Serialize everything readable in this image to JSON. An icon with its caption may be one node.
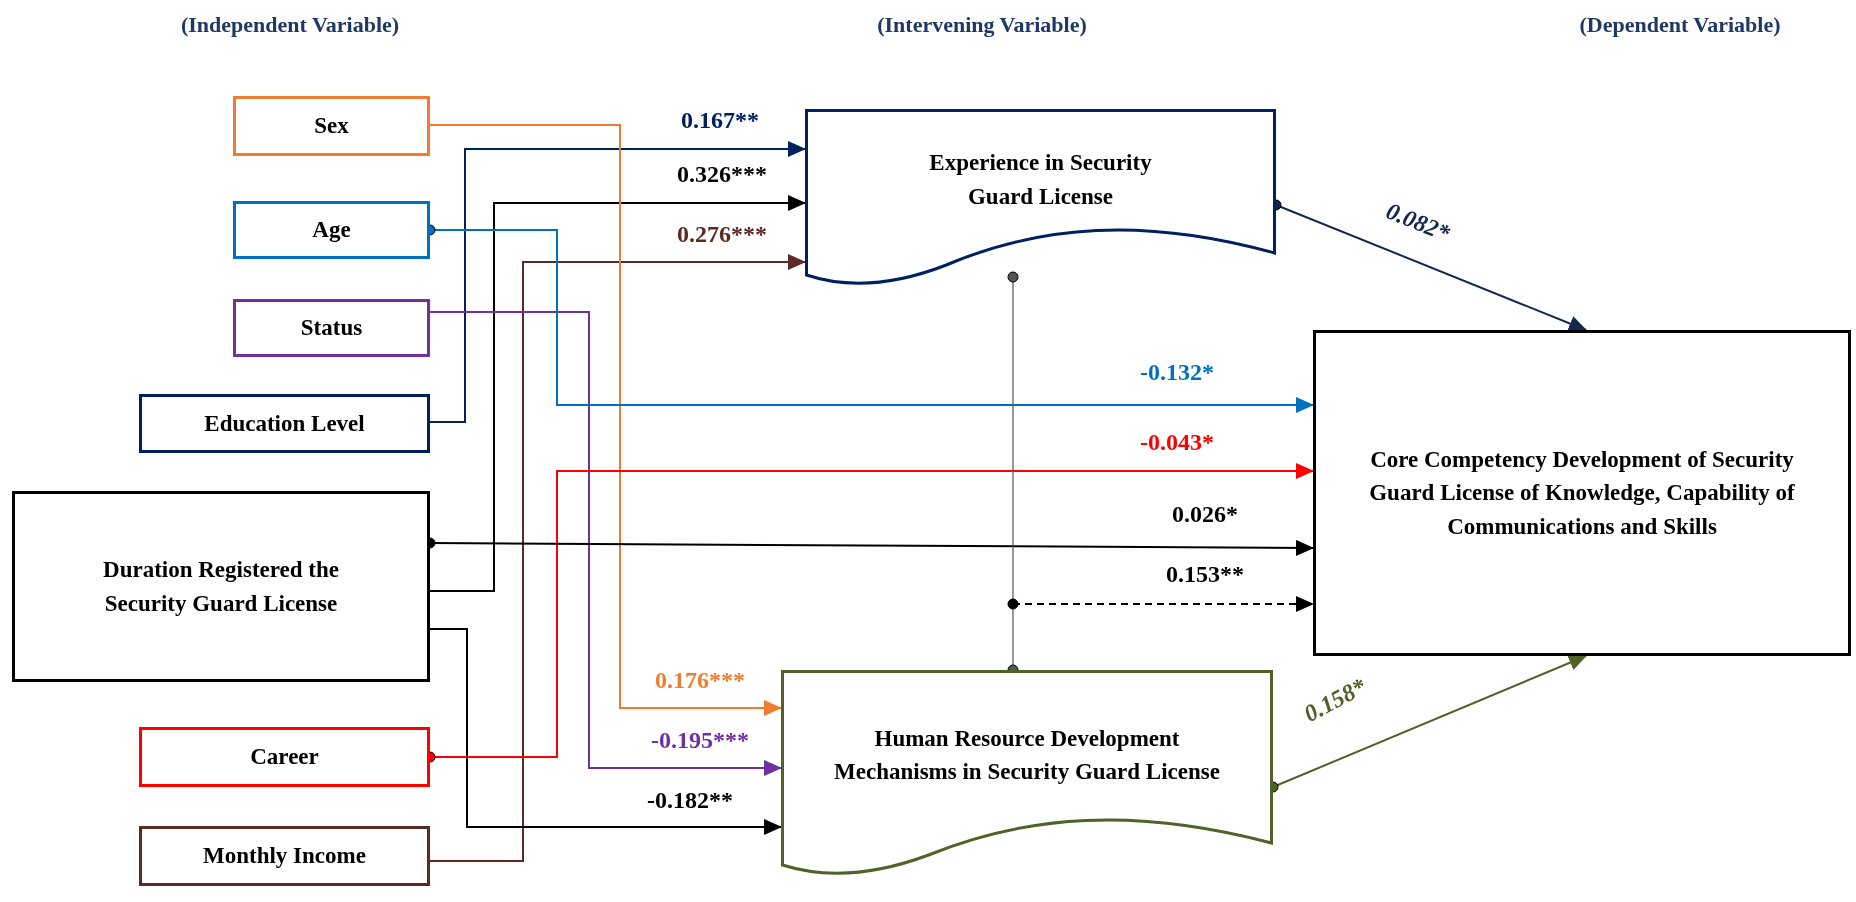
{
  "diagram": {
    "nodes": [
      {
        "text": [
          "Sex"
        ]
      },
      {
        "text": [
          "Age"
        ]
      },
      {
        "text": [
          "Status"
        ]
      },
      {
        "text": [
          "Education Level"
        ]
      },
      {
        "text": [
          "Duration Registered the Security Guard License"
        ]
      },
      {
        "text": [
          "Career"
        ]
      },
      {
        "text": [
          "Monthly Income"
        ]
      },
      {
        "text": [
          "Experience in Security Guard License"
        ]
      },
      {
        "text": [
          "Human Resource Development Mechanisms in Security Guard License"
        ]
      },
      {
        "text": [
          "Core Competency Development of Security Guard License of Knowledge, Capability of Communications and Skills"
        ]
      }
    ],
    "edges": [
      {
        "from": 3,
        "to": 7,
        "arrow": "to",
        "label": "0.167**",
        "color": "#002060"
      },
      {
        "from": 4,
        "to": 7,
        "arrow": "to",
        "label": "0.326***"
      },
      {
        "from": 6,
        "to": 7,
        "arrow": "to",
        "label": "0.276***",
        "color": "#5c2a22"
      },
      {
        "from": 0,
        "to": 8,
        "arrow": "to",
        "label": "0.176***",
        "color": "#ed7d31"
      },
      {
        "from": 2,
        "to": 8,
        "arrow": "to",
        "label": "-0.195***",
        "color": "#7030a0"
      },
      {
        "from": 4,
        "to": 8,
        "arrow": "to",
        "label": "-0.182**"
      },
      {
        "from": 1,
        "to": 9,
        "arrow": "to",
        "label": "-0.132*",
        "color": "#0070c0"
      },
      {
        "from": 5,
        "to": 9,
        "arrow": "to",
        "label": "-0.043*",
        "color": "#ff0000"
      },
      {
        "from": 4,
        "to": 9,
        "arrow": "to",
        "label": "0.026*"
      },
      {
        "from": 7,
        "to": 9,
        "arrow": "to",
        "label": "0.082*",
        "color": "#14274e"
      },
      {
        "from": 8,
        "to": 9,
        "arrow": "to",
        "label": "0.158*",
        "color": "#4f6228"
      },
      {
        "from": 7,
        "to": 8,
        "arrow": "other",
        "color": "#555555"
      },
      {
        "from": null,
        "to": 9,
        "arrow": "to",
        "label": "0.153**",
        "style": "dashed"
      }
    ],
    "labels": [
      "(Independent Variable)",
      "(Intervening Variable)",
      "(Dependent Variable)"
    ]
  }
}
